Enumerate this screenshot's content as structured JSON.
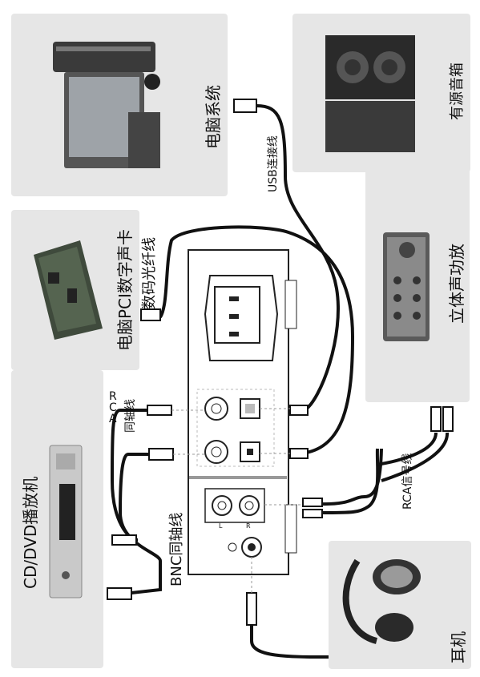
{
  "labels": {
    "computer": "电脑系统",
    "usb_cable": "USB连接线",
    "active_speakers": "有源音箱",
    "pci_card": "电脑PCI数字声卡",
    "optical_cable": "数码光纤线",
    "amplifier": "立体声功放",
    "rca_coax_letters": [
      "R",
      "C",
      "A"
    ],
    "rca_coax_chars": "同轴线",
    "rca_signal": "RCA信号线",
    "cd_dvd": "CD/DVD播放机",
    "bnc_coax": "BNC同轴线",
    "headphones": "耳机",
    "jack_L": "L",
    "jack_R": "R"
  }
}
